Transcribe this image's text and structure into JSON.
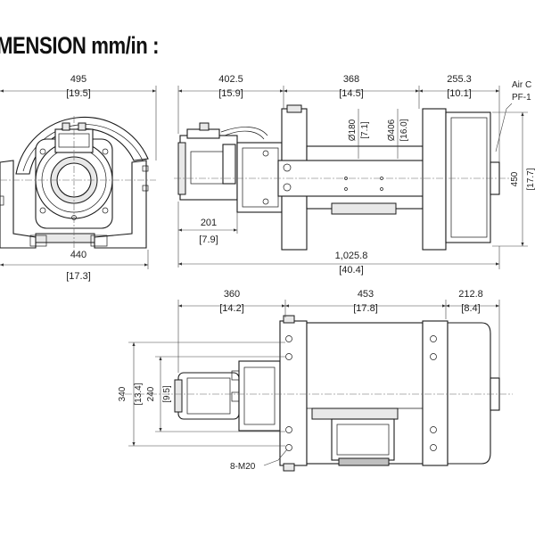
{
  "title": "MENSION mm/in :",
  "front_view": {
    "overall_width": {
      "mm": "495",
      "in": "[19.5]"
    },
    "base_width": {
      "mm": "440",
      "in": "[17.3]"
    }
  },
  "side_view": {
    "motor_section": {
      "mm": "402.5",
      "in": "[15.9]"
    },
    "drum_length": {
      "mm": "368",
      "in": "[14.5]"
    },
    "end_section": {
      "mm": "255.3",
      "in": "[10.1]"
    },
    "motor_offset": {
      "mm": "201",
      "in": "[7.9]"
    },
    "drum_diameter": {
      "mm": "Ø180",
      "in": "[7.1]"
    },
    "flange_diameter": {
      "mm": "Ø406",
      "in": "[16.0]"
    },
    "height": {
      "mm": "450",
      "in": "[17.7]"
    },
    "overall_length": {
      "mm": "1,025.8",
      "in": "[40.4]"
    },
    "note_line1": "Air C",
    "note_line2": "PF-1"
  },
  "top_view": {
    "motor_section": {
      "mm": "360",
      "in": "[14.2]"
    },
    "drum_section": {
      "mm": "453",
      "in": "[17.8]"
    },
    "end_section": {
      "mm": "212.8",
      "in": "[8.4]"
    },
    "mount_outer": {
      "mm": "340",
      "in": "[13.4]"
    },
    "mount_inner": {
      "mm": "240",
      "in": "[9.5]"
    },
    "bolt_note": "8-M20"
  }
}
